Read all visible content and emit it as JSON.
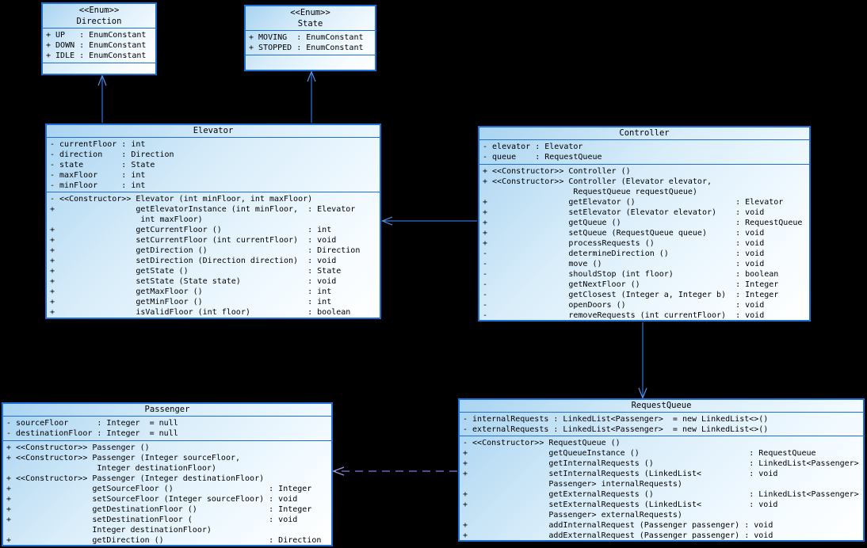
{
  "app": {
    "type": "uml-class-diagram",
    "background": "#000000"
  },
  "colors": {
    "canvas_bg": "#000000",
    "box_border": "#1c6fd4",
    "box_fill_start": "#a9d4f1",
    "box_fill_end": "#ffffff",
    "text": "#000000",
    "solid_arrow": "#2e74d9",
    "solid_arrow_head": "#5b8fe0",
    "dashed_arrow": "#7d7de2",
    "dashed_arrow_head": "#9a9ae8"
  },
  "classes": {
    "direction": {
      "stereotype": "<<Enum>>",
      "name": "Direction",
      "attributes": [
        "+ UP   : EnumConstant",
        "+ DOWN : EnumConstant",
        "+ IDLE : EnumConstant"
      ],
      "methods": []
    },
    "state": {
      "stereotype": "<<Enum>>",
      "name": "State",
      "attributes": [
        "+ MOVING  : EnumConstant",
        "+ STOPPED : EnumConstant"
      ],
      "methods": []
    },
    "elevator": {
      "name": "Elevator",
      "attributes": [
        "- currentFloor : int",
        "- direction    : Direction",
        "- state        : State",
        "- maxFloor     : int",
        "- minFloor     : int"
      ],
      "methods": [
        "- <<Constructor>> Elevator (int minFloor, int maxFloor)",
        "+                 getElevatorInstance (int minFloor,  : Elevator",
        "                   int maxFloor)",
        "+                 getCurrentFloor ()                  : int",
        "+                 setCurrentFloor (int currentFloor)  : void",
        "+                 getDirection ()                     : Direction",
        "+                 setDirection (Direction direction)  : void",
        "+                 getState ()                         : State",
        "+                 setState (State state)              : void",
        "+                 getMaxFloor ()                      : int",
        "+                 getMinFloor ()                      : int",
        "+                 isValidFloor (int floor)            : boolean"
      ]
    },
    "controller": {
      "name": "Controller",
      "attributes": [
        "- elevator : Elevator",
        "- queue    : RequestQueue"
      ],
      "methods": [
        "+ <<Constructor>> Controller ()",
        "+ <<Constructor>> Controller (Elevator elevator,",
        "                   RequestQueue requestQueue)",
        "+                 getElevator ()                     : Elevator",
        "+                 setElevator (Elevator elevator)    : void",
        "+                 getQueue ()                        : RequestQueue",
        "+                 setQueue (RequestQueue queue)      : void",
        "+                 processRequests ()                 : void",
        "-                 determineDirection ()              : void",
        "-                 move ()                            : void",
        "-                 shouldStop (int floor)             : boolean",
        "-                 getNextFloor ()                    : Integer",
        "-                 getClosest (Integer a, Integer b)  : Integer",
        "-                 openDoors ()                       : void",
        "-                 removeRequests (int currentFloor)  : void"
      ]
    },
    "passenger": {
      "name": "Passenger",
      "attributes": [
        "- sourceFloor      : Integer  = null",
        "- destinationFloor : Integer  = null"
      ],
      "methods": [
        "+ <<Constructor>> Passenger ()",
        "+ <<Constructor>> Passenger (Integer sourceFloor,",
        "                   Integer destinationFloor)",
        "+ <<Constructor>> Passenger (Integer destinationFloor)",
        "+                 getSourceFloor ()                    : Integer",
        "+                 setSourceFloor (Integer sourceFloor) : void",
        "+                 getDestinationFloor ()               : Integer",
        "+                 setDestinationFloor (                : void",
        "                  Integer destinationFloor)",
        "+                 getDirection ()                      : Direction"
      ]
    },
    "requestqueue": {
      "name": "RequestQueue",
      "attributes": [
        "- internalRequests : LinkedList<Passenger>  = new LinkedList<>()",
        "- externalRequests : LinkedList<Passenger>  = new LinkedList<>()"
      ],
      "methods": [
        "- <<Constructor>> RequestQueue ()",
        "+                 getQueueInstance ()                       : RequestQueue",
        "+                 getInternalRequests ()                    : LinkedList<Passenger>",
        "+                 setInternalRequests (LinkedList<          : void",
        "                  Passenger> internalRequests)",
        "+                 getExternalRequests ()                    : LinkedList<Passenger>",
        "+                 setExternalRequests (LinkedList<          : void",
        "                  Passenger> externalRequests)",
        "+                 addInternalRequest (Passenger passenger) : void",
        "+                 addExternalRequest (Passenger passenger) : void"
      ]
    }
  },
  "relations": [
    {
      "from": "Elevator",
      "to": "Direction",
      "style": "solid-open-arrow"
    },
    {
      "from": "Elevator",
      "to": "State",
      "style": "solid-open-arrow"
    },
    {
      "from": "Controller",
      "to": "Elevator",
      "style": "solid-open-arrow"
    },
    {
      "from": "Controller",
      "to": "RequestQueue",
      "style": "solid-open-arrow"
    },
    {
      "from": "RequestQueue",
      "to": "Passenger",
      "style": "dashed-open-arrow"
    }
  ]
}
